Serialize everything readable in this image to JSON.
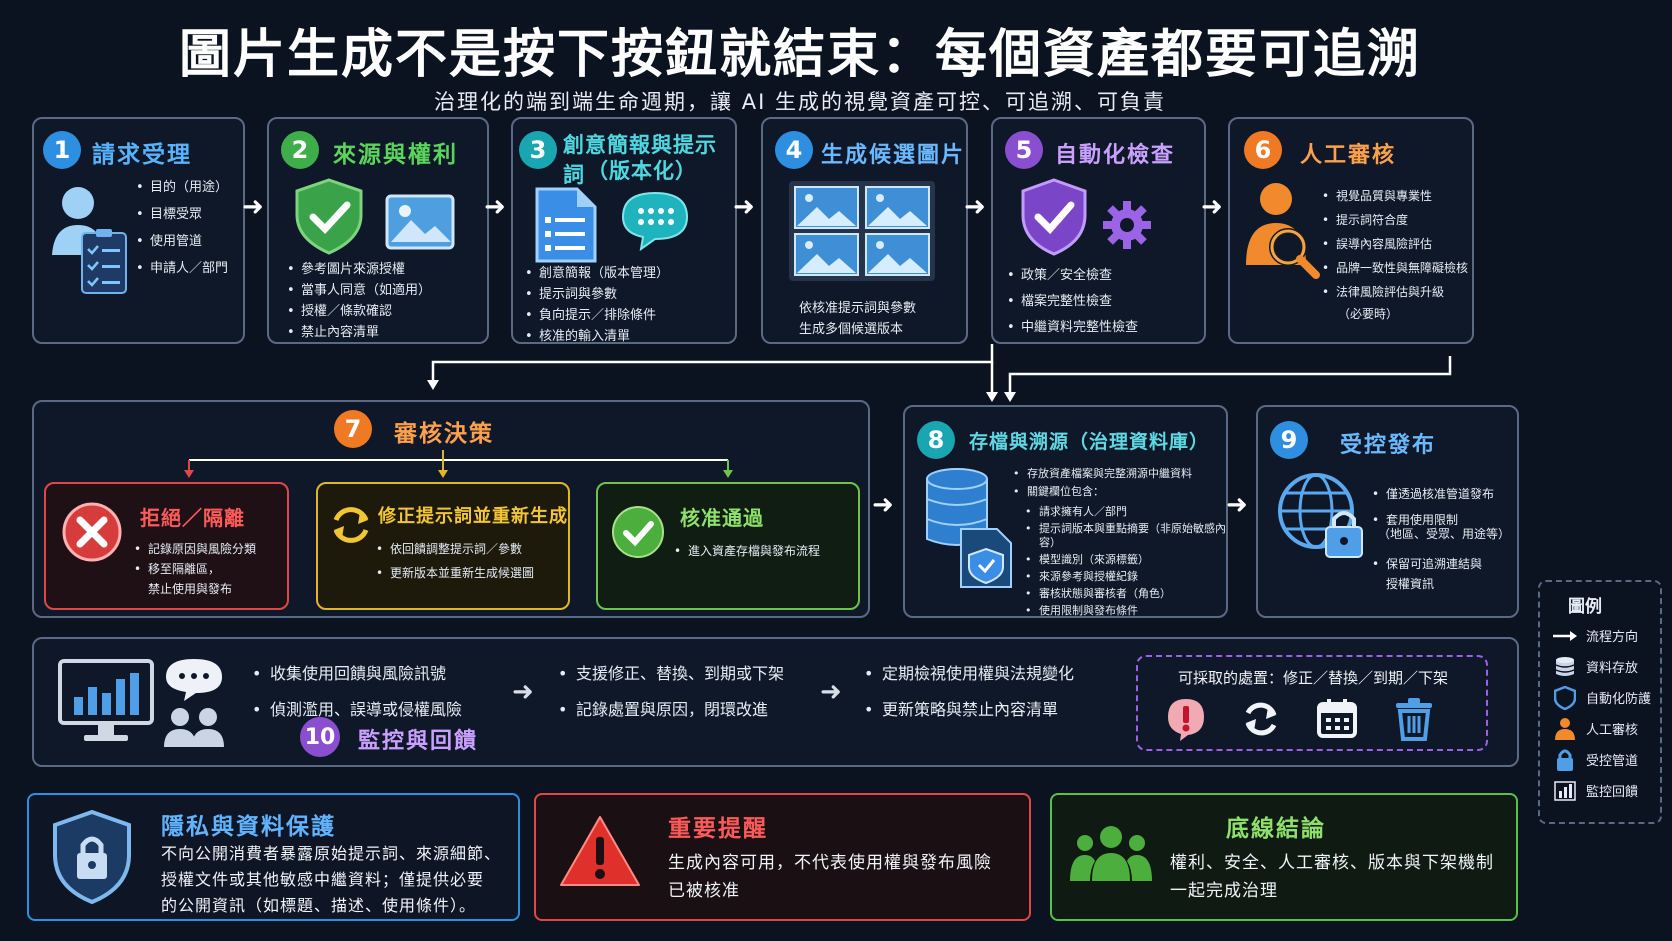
{
  "title": "圖片生成不是按下按鈕就結束：每個資產都要可追溯",
  "subtitle": "治理化的端到端生命週期，讓 AI 生成的視覺資產可控、可追溯、可負責",
  "steps": [
    {
      "num": "1",
      "title": "請求受理",
      "items": [
        "目的（用途）",
        "目標受眾",
        "使用管道",
        "申請人／部門"
      ]
    },
    {
      "num": "2",
      "title": "來源與權利",
      "items": [
        "參考圖片來源授權",
        "當事人同意（如適用）",
        "授權／條款確認",
        "禁止內容清單"
      ]
    },
    {
      "num": "3",
      "title": "創意簡報與提示詞",
      "title2": "（版本化）",
      "items": [
        "創意簡報（版本管理）",
        "提示詞與參數",
        "負向提示／排除條件",
        "核准的輸入清單"
      ]
    },
    {
      "num": "4",
      "title": "生成候選圖片",
      "desc1": "依核准提示詞與參數",
      "desc2": "生成多個候選版本"
    },
    {
      "num": "5",
      "title": "自動化檢查",
      "items": [
        "政策／安全檢查",
        "檔案完整性檢查",
        "中繼資料完整性檢查"
      ]
    },
    {
      "num": "6",
      "title": "人工審核",
      "items": [
        "視覺品質與專業性",
        "提示詞符合度",
        "誤導內容風險評估",
        "品牌一致性與無障礙檢核",
        "法律風險評估與升級"
      ],
      "note": "（必要時）"
    },
    {
      "num": "7",
      "title": "審核決策"
    },
    {
      "num": "8",
      "title": "存檔與溯源（治理資料庫）",
      "items": [
        "存放資產檔案與完整溯源中繼資料",
        "關鍵欄位包含："
      ],
      "subitems": [
        "請求擁有人／部門",
        "提示詞版本與重點摘要（非原始敏感內容）",
        "模型識別（來源標籤）",
        "來源參考與授權紀錄",
        "審核狀態與審核者（角色）",
        "使用限制與發布條件"
      ]
    },
    {
      "num": "9",
      "title": "受控發布",
      "items": [
        "僅透過核准管道發布",
        "套用使用限制"
      ],
      "items_note": "（地區、受眾、用途等）",
      "items2": [
        "保留可追溯連結與"
      ],
      "items2_note": "授權資訊"
    },
    {
      "num": "10",
      "title": "監控與回饋"
    }
  ],
  "decisions": {
    "reject": {
      "title": "拒絕／隔離",
      "items": [
        "記錄原因與風險分類",
        "移至隔離區，"
      ],
      "note": "禁止使用與發布"
    },
    "revise": {
      "title": "修正提示詞並重新生成",
      "items": [
        "依回饋調整提示詞／參數",
        "更新版本並重新生成候選圖"
      ]
    },
    "approve": {
      "title": "核准通過",
      "items": [
        "進入資產存檔與發布流程"
      ]
    }
  },
  "monitor": {
    "col1": [
      "收集使用回饋與風險訊號",
      "偵測濫用、誤導或侵權風險"
    ],
    "col2": [
      "支援修正、替換、到期或下架",
      "記錄處置與原因，閉環改進"
    ],
    "col3": [
      "定期檢視使用權與法規變化",
      "更新策略與禁止內容清單"
    ],
    "actions_title": "可採取的處置：修正／替換／到期／下架"
  },
  "legend": {
    "title": "圖例",
    "items": [
      {
        "icon": "arrow-icon",
        "label": "流程方向"
      },
      {
        "icon": "database-icon",
        "label": "資料存放"
      },
      {
        "icon": "shield-icon",
        "label": "自動化防護"
      },
      {
        "icon": "person-icon",
        "label": "人工審核"
      },
      {
        "icon": "lock-icon",
        "label": "受控管道"
      },
      {
        "icon": "chart-icon",
        "label": "監控回饋"
      }
    ]
  },
  "bottom": {
    "privacy": {
      "title": "隱私與資料保護",
      "line1": "不向公開消費者暴露原始提示詞、來源細節、",
      "line2": "授權文件或其他敏感中繼資料；僅提供必要",
      "line3": "的公開資訊（如標題、描述、使用條件）。"
    },
    "reminder": {
      "title": "重要提醒",
      "line1": "生成內容可用，不代表使用權與發布風險",
      "line2": "已被核准"
    },
    "conclusion": {
      "title": "底線結論",
      "line1": "權利、安全、人工審核、版本與下架機制",
      "line2": "一起完成治理"
    }
  },
  "colors": {
    "blue": "#2e8fe0",
    "green": "#3fae4a",
    "purple": "#8a4fd1",
    "orange": "#f07a24",
    "teal": "#1aa6b0",
    "red": "#e04848",
    "yellow": "#e0b62a"
  }
}
